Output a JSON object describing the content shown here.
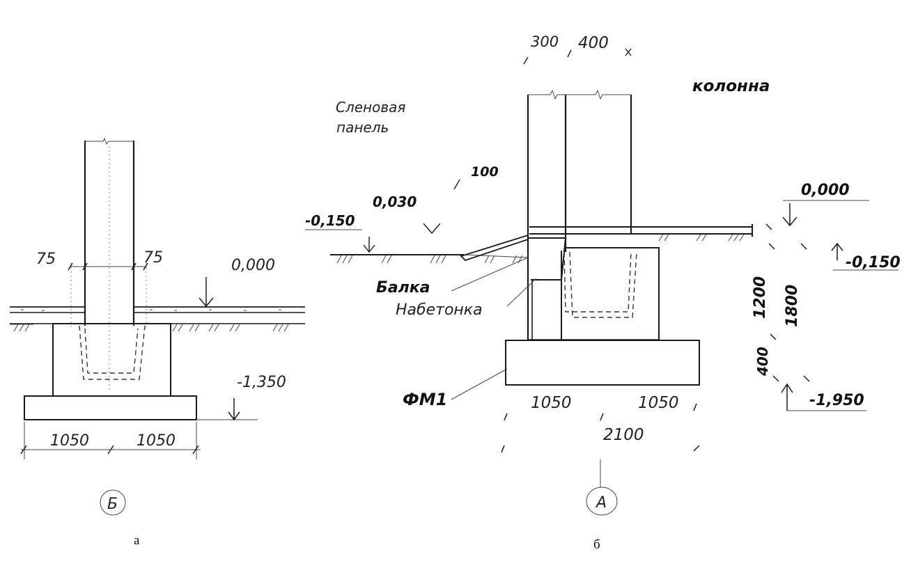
{
  "drawing_a": {
    "dim_left_75": "75",
    "dim_right_75": "75",
    "level_zero": "0,000",
    "level_bottom": "-1,350",
    "dim_base_left": "1050",
    "dim_base_right": "1050",
    "axis_label": "Б",
    "caption": "а"
  },
  "drawing_b": {
    "dim_top_300": "300",
    "dim_top_400": "400",
    "label_column": "колонна",
    "label_wall_panel_1": "Сленовая",
    "label_wall_panel_2": "панель",
    "dim_100": "100",
    "level_0030": "0,030",
    "level_m0150_left": "-0,150",
    "label_beam": "Балка",
    "label_grout": "Набетонка",
    "level_zero_right": "0,000",
    "level_m0150_right": "-0,150",
    "dim_1200": "1200",
    "dim_1800": "1800",
    "dim_400": "400",
    "level_m1950": "-1,950",
    "label_foundation": "ФМ1",
    "dim_base_left": "1050",
    "dim_base_right": "1050",
    "dim_base_total": "2100",
    "axis_label": "А",
    "caption": "б"
  }
}
